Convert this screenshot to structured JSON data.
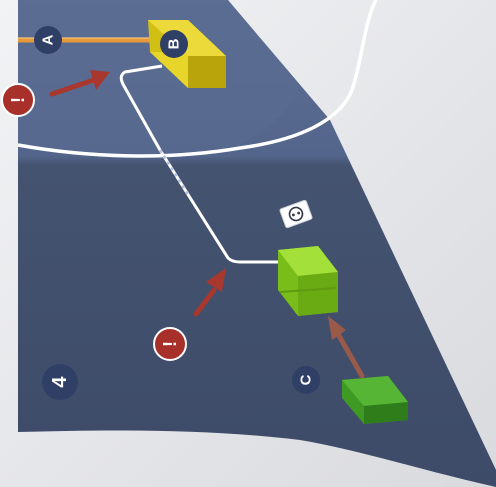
{
  "callouts": {
    "a": "A",
    "b": "B",
    "c": "C",
    "step": "4",
    "warning_top": "!",
    "warning_bottom": "!"
  },
  "colors": {
    "panel_dark": "#41506f",
    "panel_light": "#5a6c92",
    "light_region": "#e6e7ea",
    "callout_badge": "#2f3f66",
    "warning_badge": "#a8302a",
    "arrow_red": "#a8372e",
    "arrow_brown": "#9a5a4a",
    "cable_orange": "#e59a3a",
    "cable_white": "#ffffff",
    "router_yellow": "#e3d021",
    "device_green": "#8ccf24",
    "adapter_green": "#4aa52a"
  },
  "icons": {
    "warning": "exclamation-icon",
    "outlet": "power-outlet-icon"
  }
}
